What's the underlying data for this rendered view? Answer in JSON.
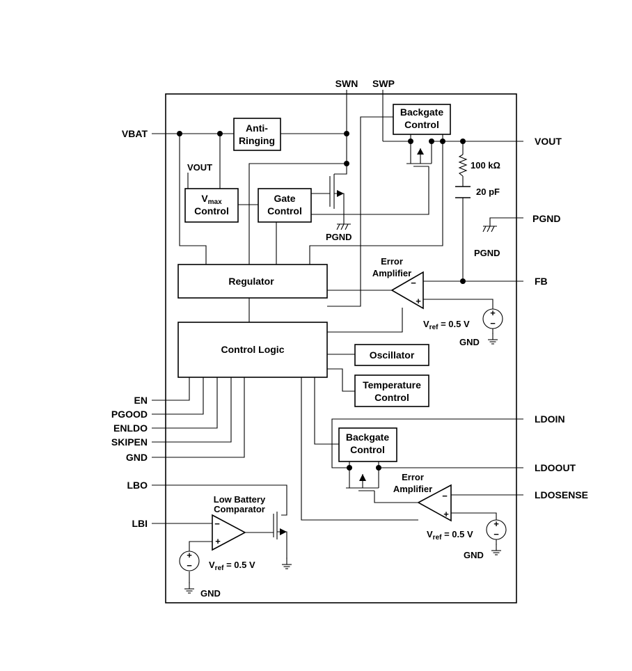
{
  "pins": {
    "vbat": "VBAT",
    "swn": "SWN",
    "swp": "SWP",
    "vout": "VOUT",
    "pgnd": "PGND",
    "fb": "FB",
    "en": "EN",
    "pgood": "PGOOD",
    "enldo": "ENLDO",
    "skipen": "SKIPEN",
    "gnd": "GND",
    "ldoin": "LDOIN",
    "ldoout": "LDOOUT",
    "ldosense": "LDOSENSE",
    "lbo": "LBO",
    "lbi": "LBI"
  },
  "blocks": {
    "anti_ringing_1": "Anti-",
    "anti_ringing_2": "Ringing",
    "backgate_1": "Backgate",
    "backgate_2": "Control",
    "vmax_v": "V",
    "vmax_sub": "max",
    "vmax_2": "Control",
    "gate_1": "Gate",
    "gate_2": "Control",
    "regulator": "Regulator",
    "control_logic": "Control Logic",
    "oscillator": "Oscillator",
    "temp_1": "Temperature",
    "temp_2": "Control",
    "ldo_backgate_1": "Backgate",
    "ldo_backgate_2": "Control"
  },
  "labels": {
    "vout_internal": "VOUT",
    "pgnd_fet": "PGND",
    "pgnd_right": "PGND",
    "resistor": "100 kΩ",
    "capacitor": "20 pF",
    "error_amp_1": "Error",
    "error_amp_2": "Amplifier",
    "ldo_error_amp_1": "Error",
    "ldo_error_amp_2": "Amplifier",
    "lb_comp_1": "Low Battery",
    "lb_comp_2": "Comparator",
    "vref_v": "V",
    "vref_sub": "ref",
    "vref_val": " = 0.5 V",
    "gnd_main": "GND",
    "gnd_ldo": "GND",
    "gnd_lb": "GND",
    "plus": "+",
    "minus": "−"
  }
}
